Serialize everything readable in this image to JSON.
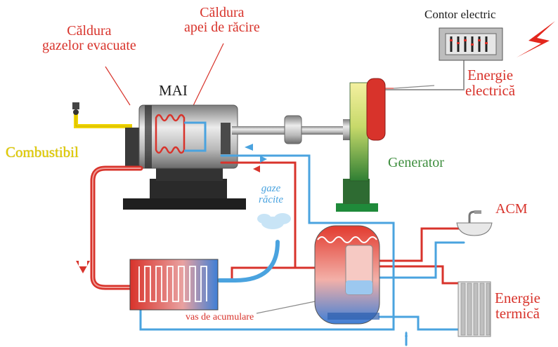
{
  "labels": {
    "heat_exhaust": [
      "Căldura",
      "gazelor evacuate"
    ],
    "heat_cooling": [
      "Căldura",
      "apei de răcire"
    ],
    "engine": "MAI",
    "fuel": "Combustibil",
    "meter": "Contor electric",
    "electric_energy": [
      "Energie",
      "electrică"
    ],
    "generator": "Generator",
    "cooled_gases": [
      "gaze",
      "răcite"
    ],
    "dhw": "ACM",
    "storage_tank": "vas de acumulare",
    "thermal_energy": [
      "Energie",
      "termică"
    ]
  },
  "colors": {
    "hot": "#d8332b",
    "cold": "#4aa3df",
    "fuel": "#f0d400",
    "label_red": "#d8332b",
    "generator_label": "#3e8e3e"
  },
  "icons": [
    "engine-icon",
    "generator-icon",
    "heat-exchanger-icon",
    "storage-tank-icon",
    "sink-icon",
    "radiator-icon",
    "electric-meter-icon",
    "lightning-icon",
    "fuel-valve-icon"
  ]
}
